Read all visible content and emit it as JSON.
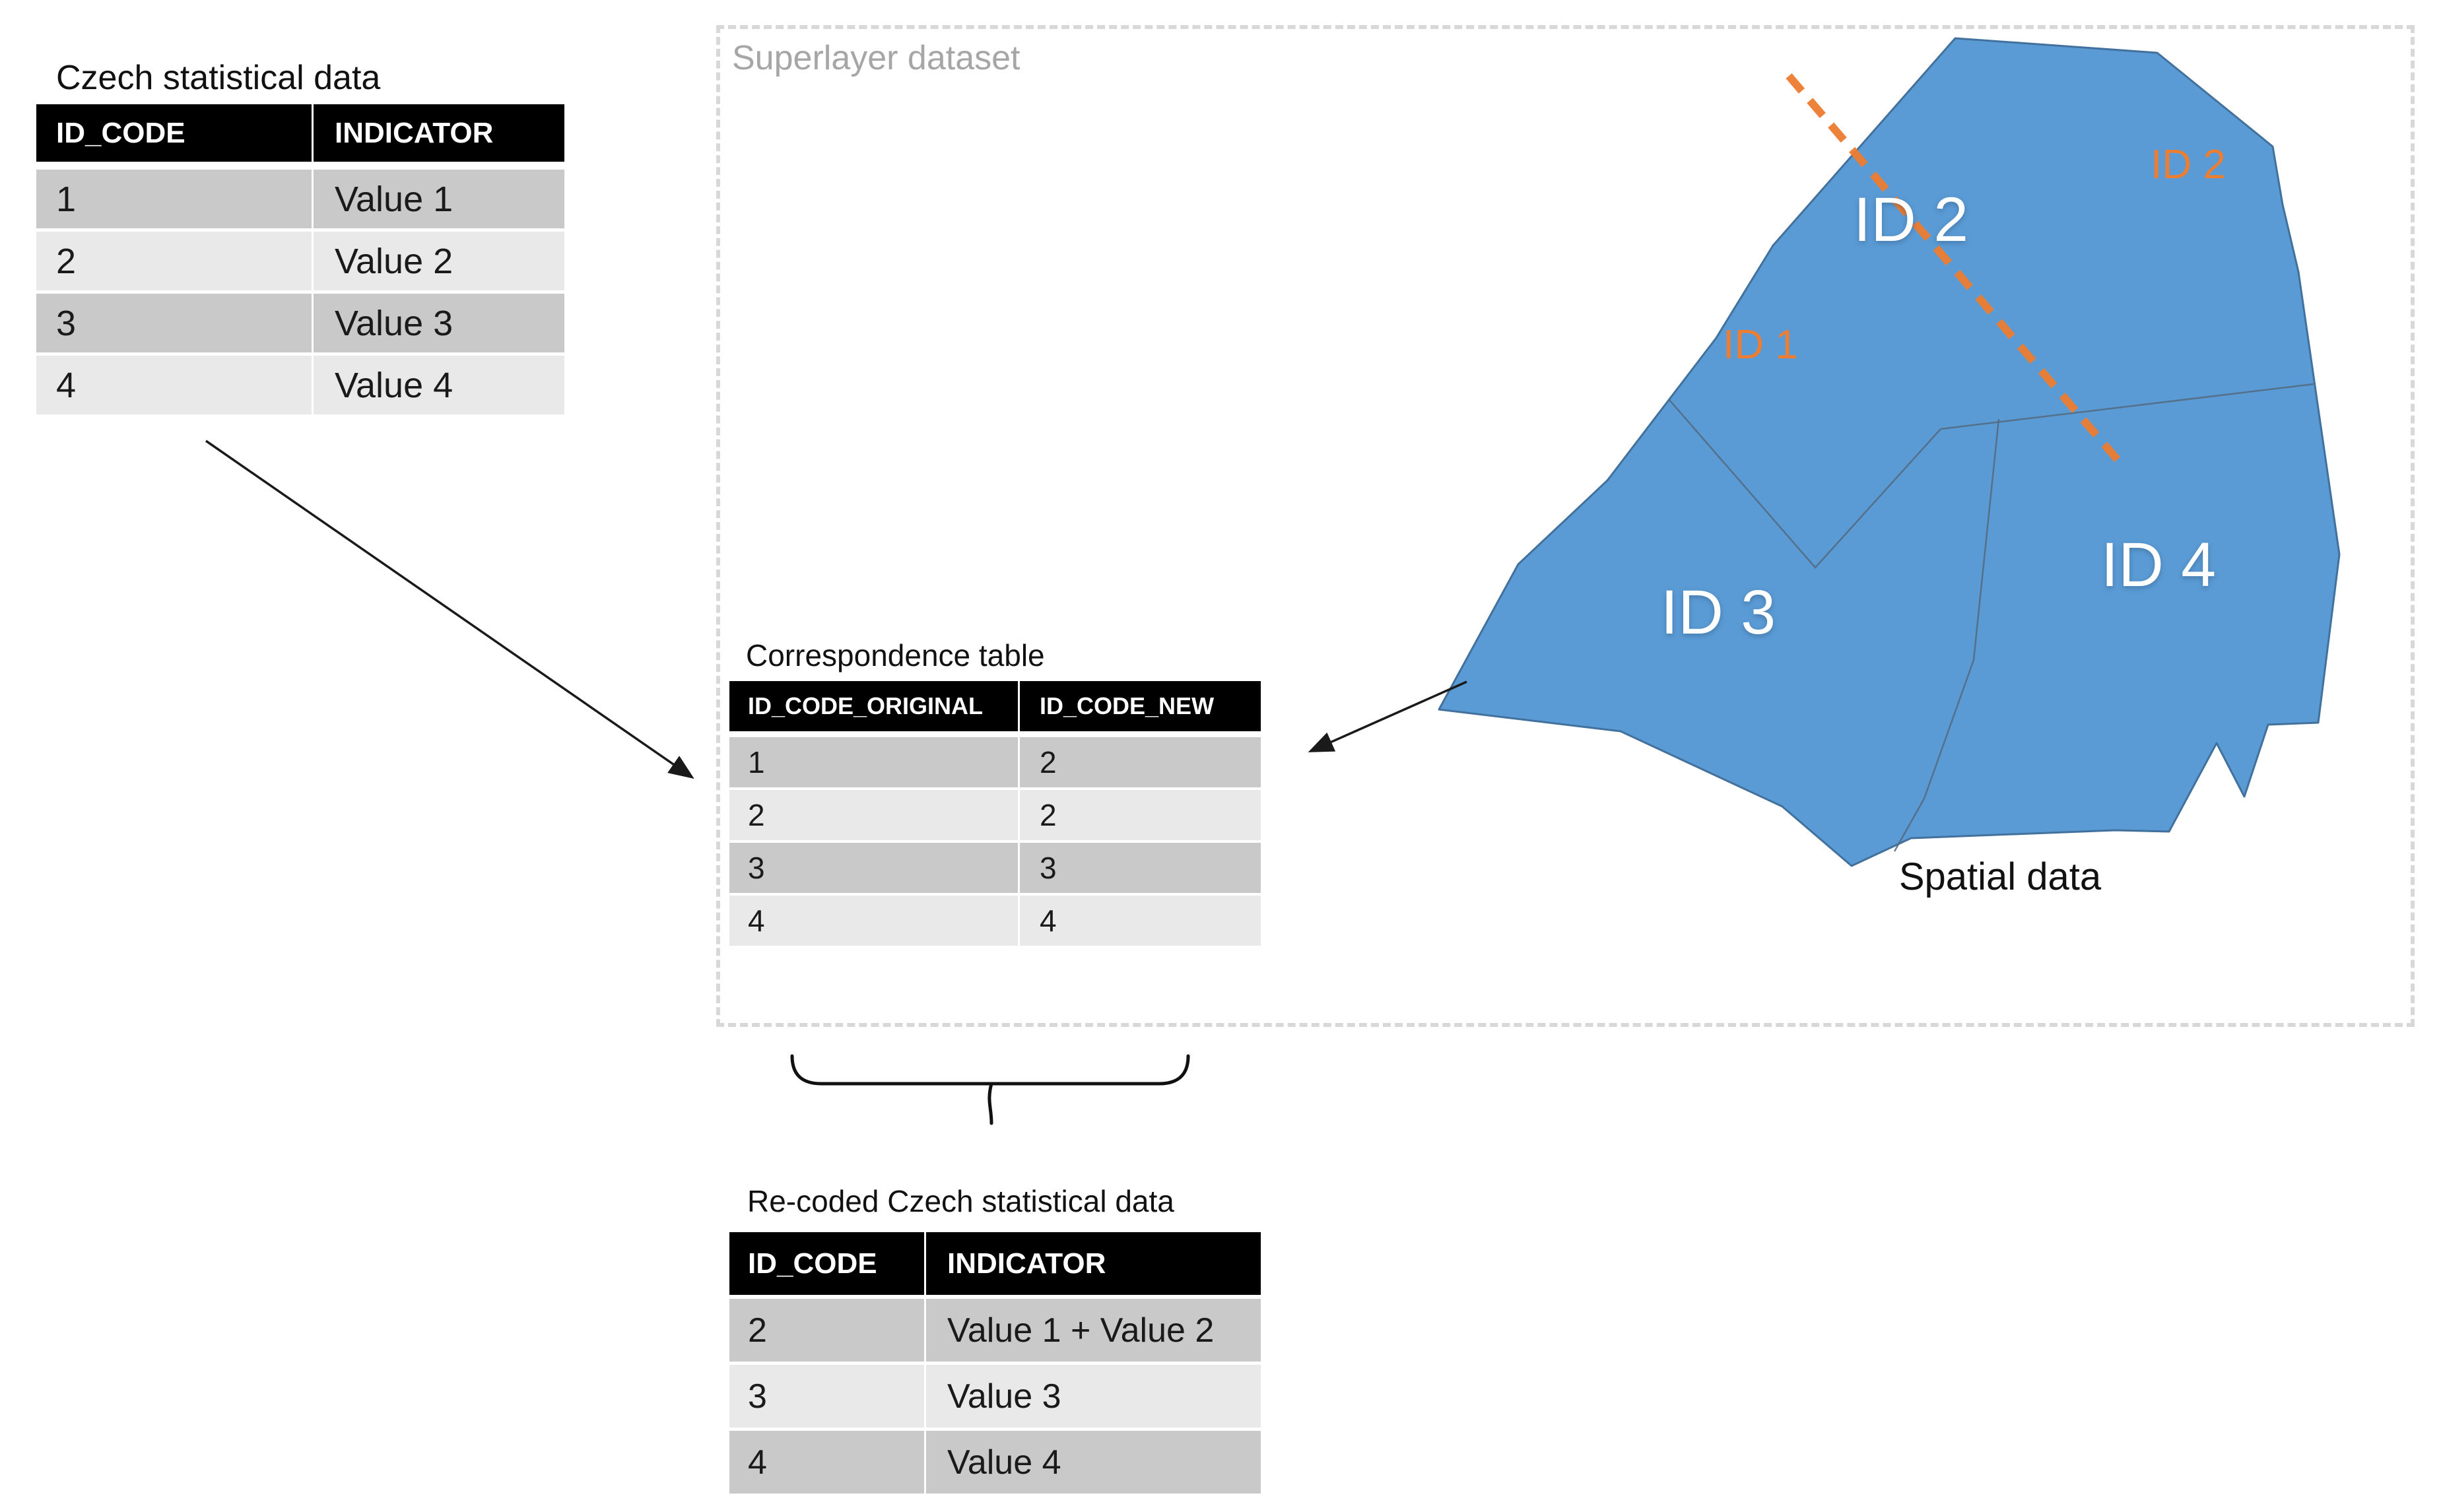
{
  "colors": {
    "map_fill": "#5B9BD5",
    "map_edge": "#41719C",
    "accent_orange": "#ED7D31",
    "row_dark": "#C9C9C9",
    "row_light": "#E9E9E9",
    "header_bg": "#000000",
    "dashed_border": "#D8D8D8",
    "muted_label": "#A6A6A6"
  },
  "czech_table": {
    "title": "Czech statistical data",
    "headers": [
      "ID_CODE",
      "INDICATOR"
    ],
    "rows": [
      [
        "1",
        "Value 1"
      ],
      [
        "2",
        "Value 2"
      ],
      [
        "3",
        "Value 3"
      ],
      [
        "4",
        "Value 4"
      ]
    ]
  },
  "superlayer": {
    "label": "Superlayer dataset"
  },
  "map": {
    "caption": "Spatial data",
    "labels": {
      "region1": "ID 1",
      "region2": "ID 2",
      "region2_outside": "ID 2",
      "region3": "ID 3",
      "region4": "ID 4"
    }
  },
  "correspondence_table": {
    "title": "Correspondence table",
    "headers": [
      "ID_CODE_ORIGINAL",
      "ID_CODE_NEW"
    ],
    "rows": [
      [
        "1",
        "2"
      ],
      [
        "2",
        "2"
      ],
      [
        "3",
        "3"
      ],
      [
        "4",
        "4"
      ]
    ]
  },
  "recoded_table": {
    "title": "Re-coded Czech statistical data",
    "headers": [
      "ID_CODE",
      "INDICATOR"
    ],
    "rows": [
      [
        "2",
        "Value 1 + Value 2"
      ],
      [
        "3",
        "Value 3"
      ],
      [
        "4",
        "Value 4"
      ]
    ]
  }
}
